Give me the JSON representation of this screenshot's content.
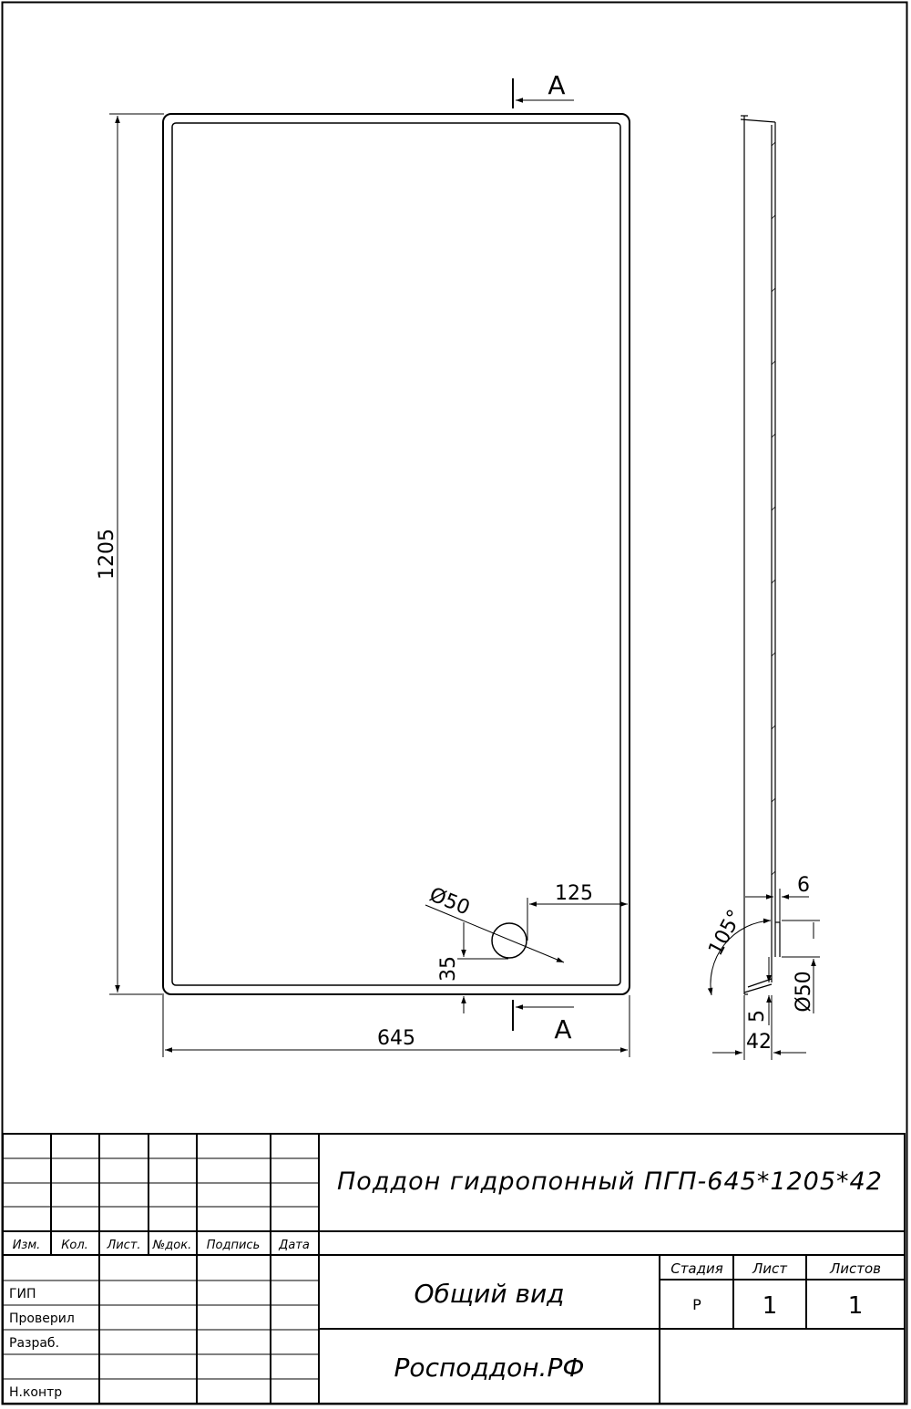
{
  "drawing": {
    "section_mark": "А",
    "dimensions": {
      "height": "1205",
      "width": "645",
      "drain_offset_x": "125",
      "drain_offset_y": "35",
      "drain_diameter": "Ø50",
      "wall": "6",
      "angle": "105°",
      "outlet_diameter": "Ø50",
      "rim": "5",
      "depth": "42"
    }
  },
  "title_block": {
    "title": "Поддон гидропонный ПГП-645*1205*42",
    "view_name": "Общий вид",
    "organization": "Росподдон.РФ",
    "headers": [
      "Изм.",
      "Кол.",
      "Лист.",
      "№док.",
      "Подпись",
      "Дата"
    ],
    "stage_label": "Стадия",
    "sheet_label": "Лист",
    "sheets_label": "Листов",
    "stage_value": "Р",
    "sheet_value": "1",
    "sheets_value": "1",
    "roles": [
      "ГИП",
      "Проверил",
      "Разраб.",
      "Н.контр"
    ]
  }
}
